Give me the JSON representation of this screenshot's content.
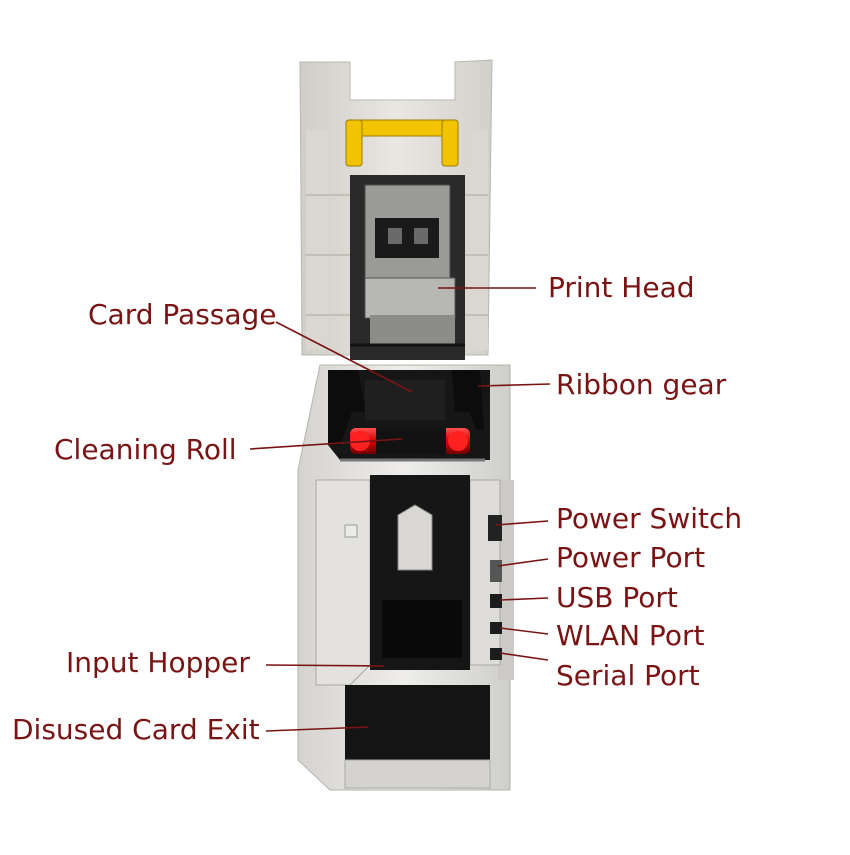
{
  "labels": {
    "print_head": "Print Head",
    "card_passage": "Card Passage",
    "ribbon_gear": "Ribbon gear",
    "cleaning_roll": "Cleaning Roll",
    "power_switch": "Power Switch",
    "power_port": "Power Port",
    "usb_port": "USB Port",
    "wlan_port": "WLAN Port",
    "serial_port": "Serial Port",
    "input_hopper": "Input Hopper",
    "disused_card_exit": "Disused Card Exit"
  },
  "colors": {
    "label_text": "#7a1414",
    "leader_line": "#7a1414",
    "printer_body": "#e4e2dc",
    "cavity": "#141414",
    "accent_yellow": "#f2c300",
    "cleaning_roll_red": "#e01818"
  }
}
